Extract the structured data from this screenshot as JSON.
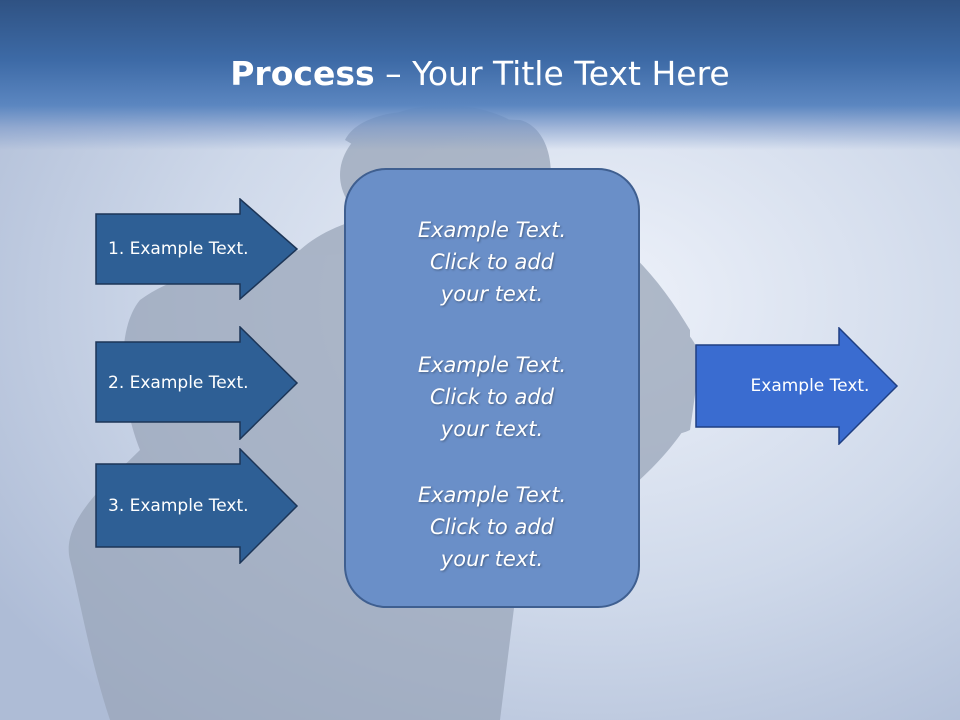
{
  "slide": {
    "title_bold": "Process",
    "title_rest": " – Your Title Text Here"
  },
  "left_arrows": [
    {
      "label": "1. Example Text."
    },
    {
      "label": "2. Example Text."
    },
    {
      "label": "3. Example Text."
    }
  ],
  "center_box": {
    "paragraphs": [
      {
        "lines": [
          "Example Text.",
          "Click  to add",
          "your text."
        ]
      },
      {
        "lines": [
          "Example Text.",
          "Click  to add",
          "your text."
        ]
      },
      {
        "lines": [
          "Example Text.",
          "Click  to add",
          "your text."
        ]
      }
    ]
  },
  "right_arrow": {
    "label": "Example Text."
  },
  "colors": {
    "left_arrow_fill": "#2e5f95",
    "left_arrow_stroke": "#1c3557",
    "right_arrow_fill": "#3a6cd0",
    "right_arrow_stroke": "#1f3f82",
    "center_box_fill": "#6a8fc8",
    "header": "#2f5283"
  }
}
